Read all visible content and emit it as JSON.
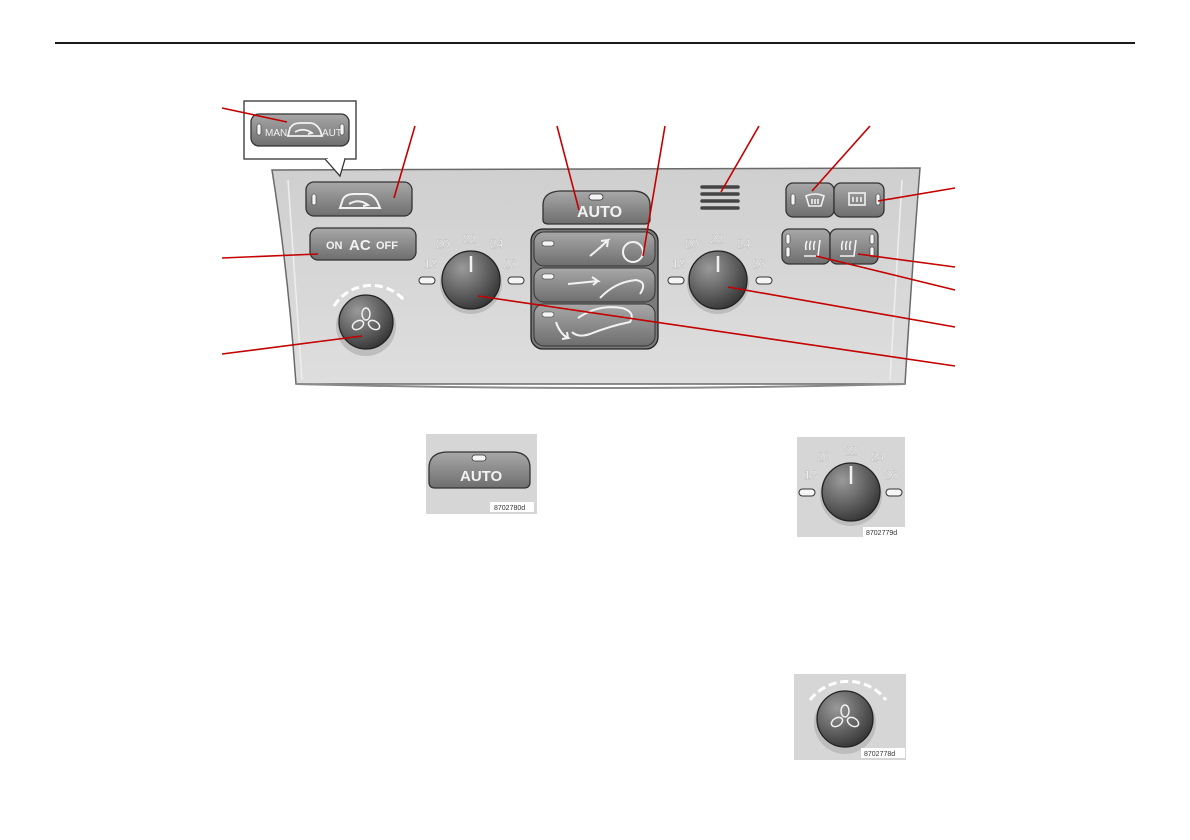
{
  "colors": {
    "callout_line": "#c40000",
    "panel": "#d4d4d4",
    "panel_edge": "#555555",
    "button": "#8a8a8a",
    "button_dark": "#4a4a4a",
    "label": "#f2f2f2",
    "thumb_bg": "#d6d6d6"
  },
  "panel": {
    "recirc_popup": {
      "man_label": "MAN",
      "aut_label": "AUT",
      "icon": "car-recirculation-icon"
    },
    "recirc_button": {
      "icon": "car-recirculation-icon"
    },
    "ac_button": {
      "on_label": "ON",
      "ac_label": "AC",
      "off_label": "OFF"
    },
    "fan_knob": {
      "icon": "fan-icon"
    },
    "auto_button": {
      "label": "AUTO"
    },
    "left_temp_scale": [
      "18",
      "20",
      "22",
      "24",
      "26"
    ],
    "right_temp_scale": [
      "18",
      "20",
      "22",
      "24",
      "26"
    ],
    "air_distribution": {
      "icons": [
        "air-defrost-arrow-icon",
        "air-face-arrow-icon",
        "air-floor-arrow-icon"
      ]
    },
    "sensor_grille": {
      "icon": "temperature-sensor-grille-icon"
    },
    "defrost_front": {
      "icon": "windscreen-defroster-icon"
    },
    "defrost_rear": {
      "icon": "rear-window-heater-icon"
    },
    "seat_heat_left": {
      "icon": "seat-heater-icon"
    },
    "seat_heat_right": {
      "icon": "seat-heater-icon"
    }
  },
  "thumbnails": {
    "auto": {
      "label": "AUTO",
      "code": "8702780d"
    },
    "temp": {
      "scale": [
        "18",
        "20",
        "22",
        "24",
        "26"
      ],
      "code": "8702779d"
    },
    "fan": {
      "icon": "fan-icon",
      "code": "8702778d"
    }
  }
}
